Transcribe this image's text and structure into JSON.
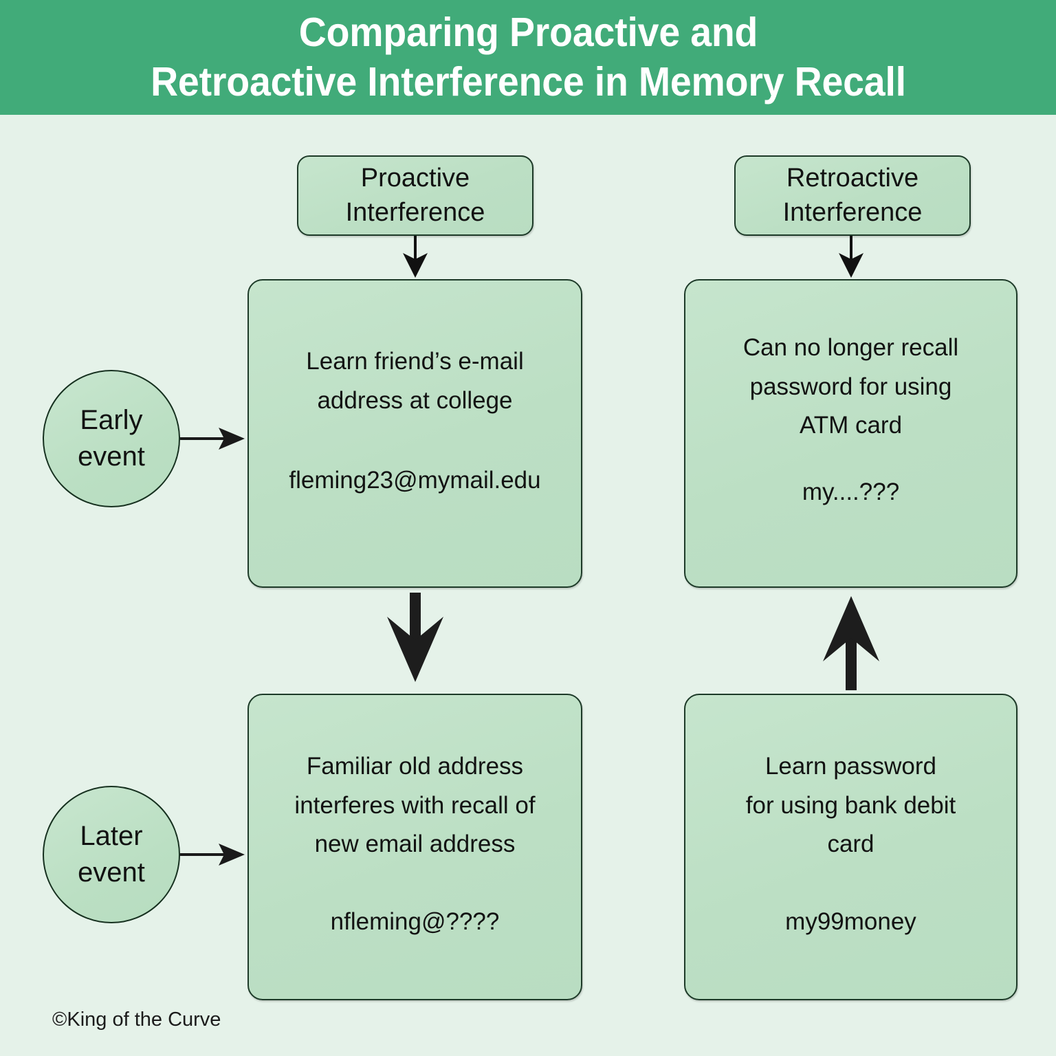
{
  "header": {
    "title_line1": "Comparing Proactive and",
    "title_line2": "Retroactive Interference in Memory Recall",
    "bg_color": "#41ab79",
    "text_color": "#ffffff"
  },
  "page": {
    "background_color": "#e5f2e9",
    "node_fill_color": "#bfe0c7",
    "node_border_color": "#1d3a28"
  },
  "columns": {
    "proactive": {
      "label": "Proactive\nInterference"
    },
    "retroactive": {
      "label": "Retroactive\nInterference"
    }
  },
  "row_markers": {
    "early": {
      "label": "Early\nevent"
    },
    "later": {
      "label": "Later\nevent"
    }
  },
  "cards": {
    "proactive_early": {
      "text": "Learn friend’s e-mail\naddress at college",
      "example": "fleming23@mymail.edu"
    },
    "retroactive_early": {
      "text": "Can no longer recall\npassword for using\nATM card",
      "example": "my....???"
    },
    "proactive_later": {
      "text": "Familiar old address\ninterferes with recall of\nnew email address",
      "example": "nfleming@????"
    },
    "retroactive_later": {
      "text": "Learn password\nfor using bank debit\ncard",
      "example": "my99money"
    }
  },
  "footer": {
    "credit": "©King of the Curve"
  }
}
